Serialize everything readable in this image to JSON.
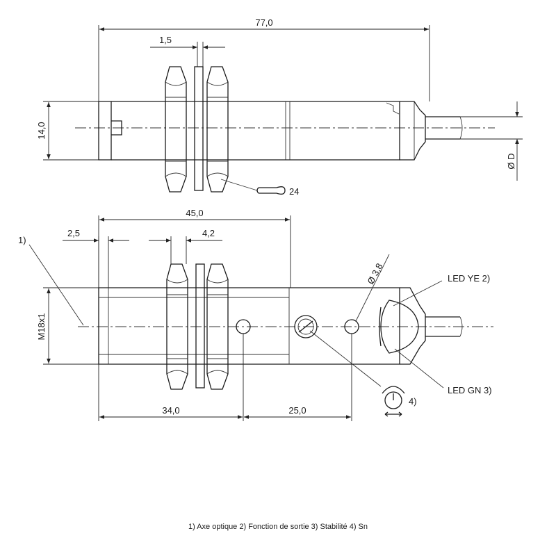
{
  "dimensions": {
    "overall_length": "77,0",
    "washer_thickness": "1,5",
    "body_diameter": "14,0",
    "cable_diameter": "Ø D",
    "wrench_size": "24",
    "thread_length": "45,0",
    "optical_offset": "2,5",
    "nut_width": "4,2",
    "thread_spec": "M18x1",
    "hole_diameter": "Ø 3,8",
    "dist_first": "34,0",
    "dist_second": "25,0"
  },
  "callouts": {
    "optical_axis": "1)",
    "led_yellow": "LED YE 2)",
    "led_green": "LED GN 3)",
    "sensitivity": "4)"
  },
  "caption": "1) Axe optique  2) Fonction de sortie  3) Stabilité  4) Sn"
}
